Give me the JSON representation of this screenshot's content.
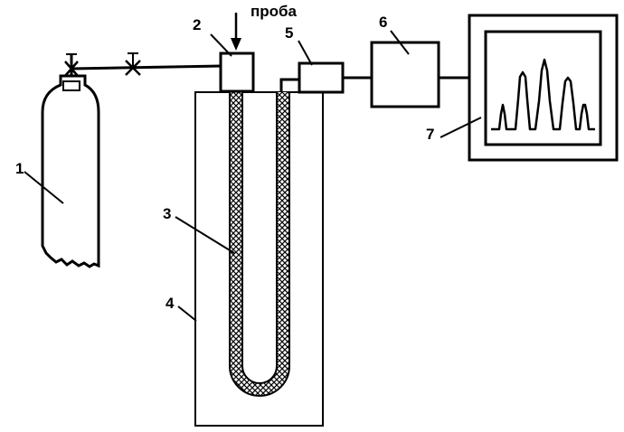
{
  "labels": {
    "cylinder": "1",
    "injector": "2",
    "column": "3",
    "thermostat": "4",
    "detector": "5",
    "amplifier": "6",
    "recorder": "7"
  },
  "sample_inlet": "проба",
  "icons": {
    "valve": "valve-icon",
    "arrow": "arrow-down-icon"
  },
  "colors": {
    "line": "#000000",
    "background": "#ffffff"
  }
}
